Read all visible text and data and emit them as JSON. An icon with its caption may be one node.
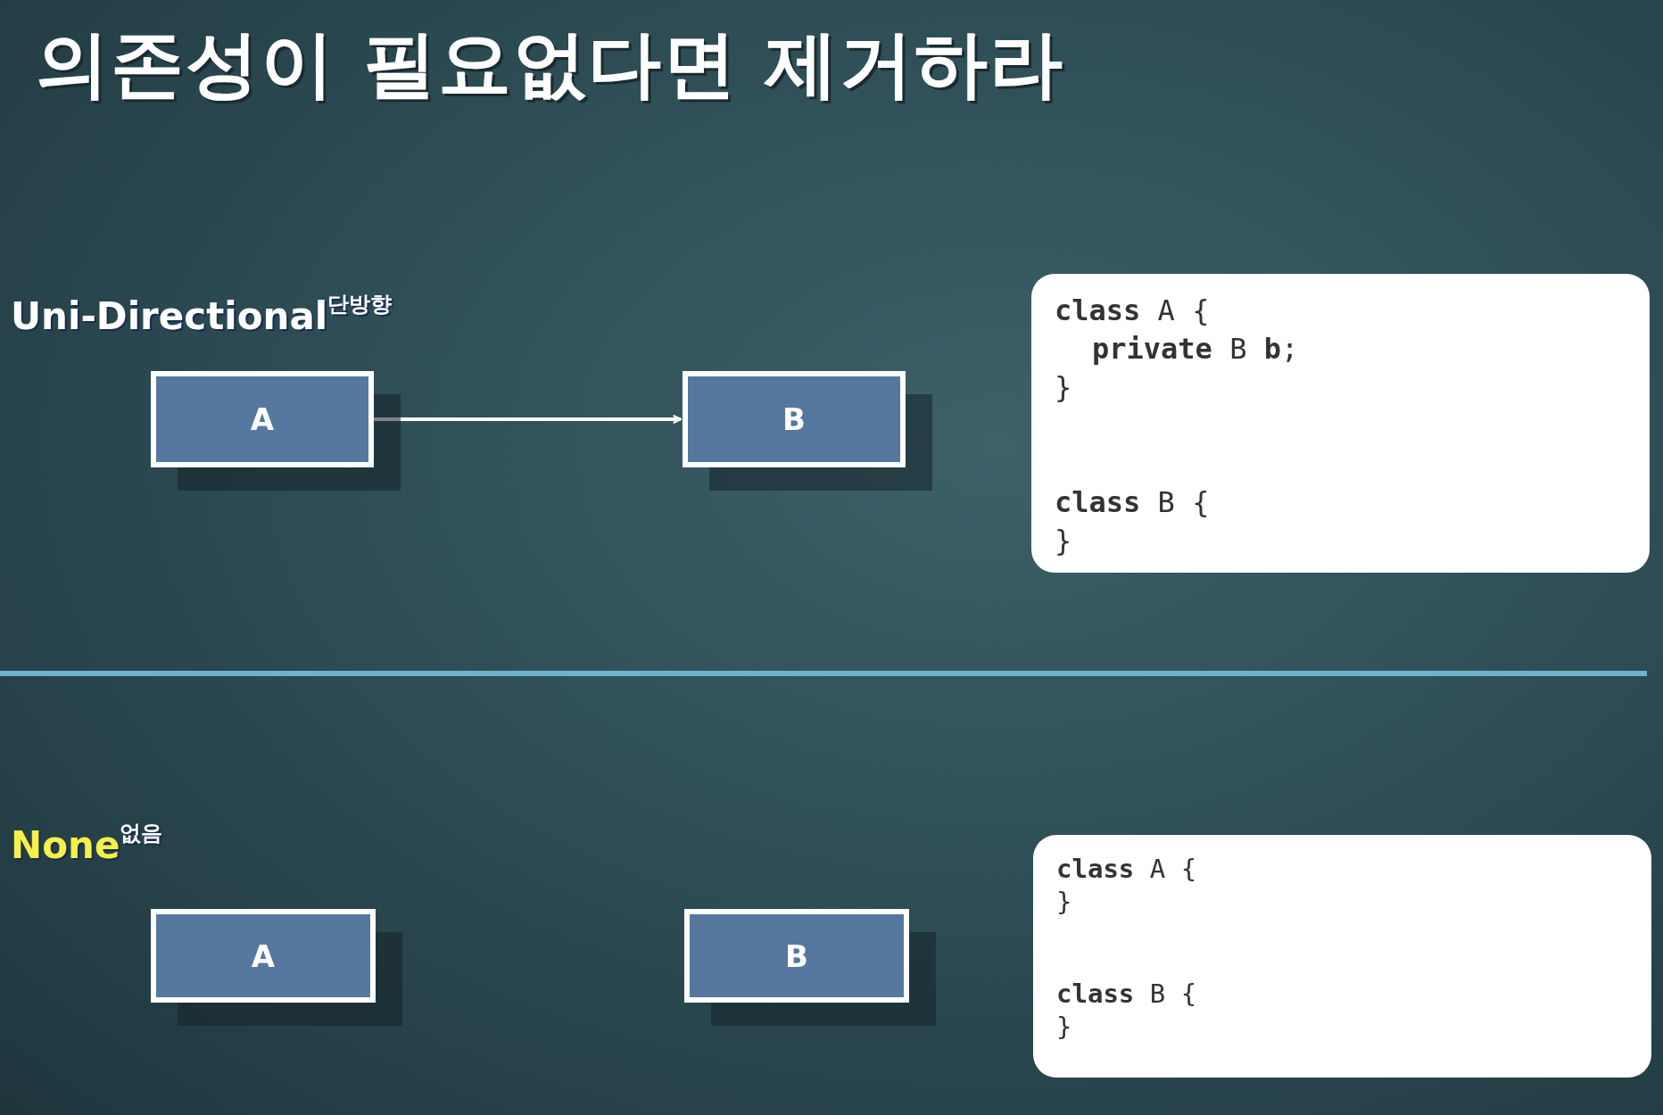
{
  "diagram": {
    "title": "의존성이 필요없다면 제거하라",
    "nodes": [
      {
        "text": [
          "A"
        ]
      },
      {
        "text": [
          "B"
        ]
      },
      {
        "text": [
          "**class** A {",
          "**private** B **b**;",
          "}",
          "**class** B {",
          "}"
        ]
      },
      {
        "text": [
          "A"
        ]
      },
      {
        "text": [
          "B"
        ]
      },
      {
        "text": [
          "**class** A {",
          "}",
          "**class** B {",
          "}"
        ]
      }
    ],
    "edges": [
      {
        "from": 0,
        "to": 1,
        "arrow": "to"
      }
    ],
    "labels": [
      "Uni-Directional$^{단방향}$",
      "None$^{없음}$"
    ]
  }
}
